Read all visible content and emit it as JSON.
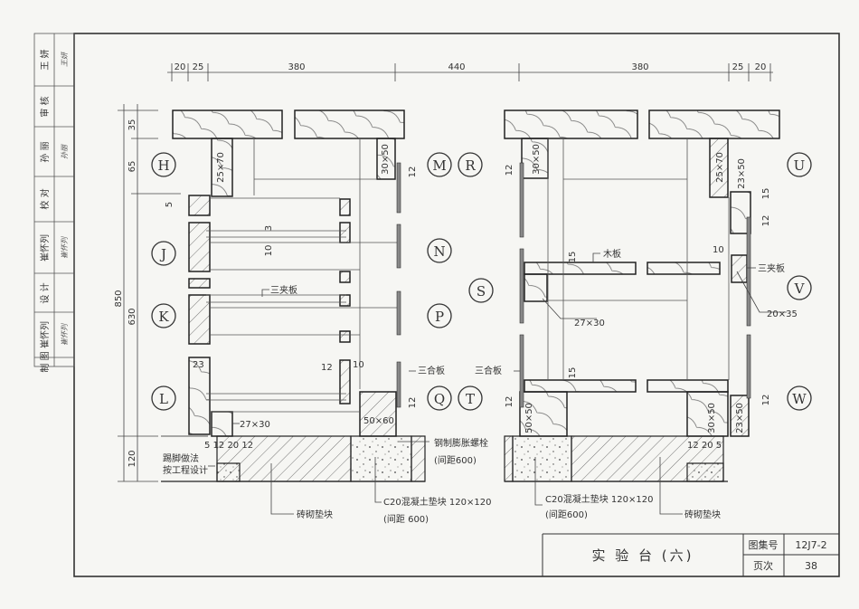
{
  "title_block": {
    "title": "实 验 台 (六)",
    "atlas_label": "图集号",
    "atlas_value": "12J7-2",
    "page_label": "页次",
    "page_value": "38"
  },
  "approval_strip": [
    {
      "label": "王 妍",
      "signature": "王妍"
    },
    {
      "label": "审 核",
      "signature": ""
    },
    {
      "label": "孙 丽",
      "signature": "孙丽"
    },
    {
      "label": "校 对",
      "signature": ""
    },
    {
      "label": "崔怀列",
      "signature": "崔怀列"
    },
    {
      "label": "设 计",
      "signature": ""
    },
    {
      "label": "崔怀列",
      "signature": "崔怀列"
    },
    {
      "label": "制 图",
      "signature": ""
    }
  ],
  "top_dimensions": [
    "20",
    "25",
    "380",
    "440",
    "380",
    "25",
    "20"
  ],
  "left_dimensions": {
    "d35": "35",
    "d65": "65",
    "d5": "5",
    "d850": "850",
    "d630": "630",
    "d120": "120"
  },
  "detail_markers": {
    "left": [
      "H",
      "J",
      "K",
      "L"
    ],
    "left_mid": [
      "M",
      "N",
      "P",
      "Q"
    ],
    "right_mid": [
      "R",
      "S",
      "T"
    ],
    "right": [
      "U",
      "V",
      "W"
    ]
  },
  "left_annotations": {
    "h_leg": "25×70",
    "m_post": "30×50",
    "m_12": "12",
    "j_3": "3",
    "j_10": "10",
    "plywood3": "三夹板",
    "l_23": "23",
    "l_12": "12",
    "l_10": "10",
    "l_block": "27×30",
    "q_block": "50×60",
    "q_12": "12",
    "sanhe": "三合板",
    "base_dims": "5 12 20 12",
    "skirting": "踢脚做法",
    "skirting2": "按工程设计",
    "bolt": "钢制膨胀螺栓",
    "bolt_spacing": "(间距600)",
    "concrete": "C20混凝土垫块 120×120",
    "concrete_spacing": "(间距 600)",
    "brick": "砖砌垫块"
  },
  "right_annotations": {
    "r_post": "30×50",
    "r_12": "12",
    "u_leg": "25×70",
    "u_block": "23×50",
    "u_15": "15",
    "u_12": "12",
    "s_15": "15",
    "wood_board": "木板",
    "s_block": "27×30",
    "v_10": "10",
    "plywood3": "三夹板",
    "v_block": "20×35",
    "sanhe": "三合板",
    "t_15": "15",
    "t_12": "12",
    "t_block": "50×50",
    "w_block": "30×50",
    "w_small": "23×50",
    "w_12": "12",
    "base_dims": "12 20 5",
    "concrete": "C20混凝土垫块 120×120",
    "concrete_spacing": "(间距600)",
    "brick": "砖砌垫块"
  }
}
